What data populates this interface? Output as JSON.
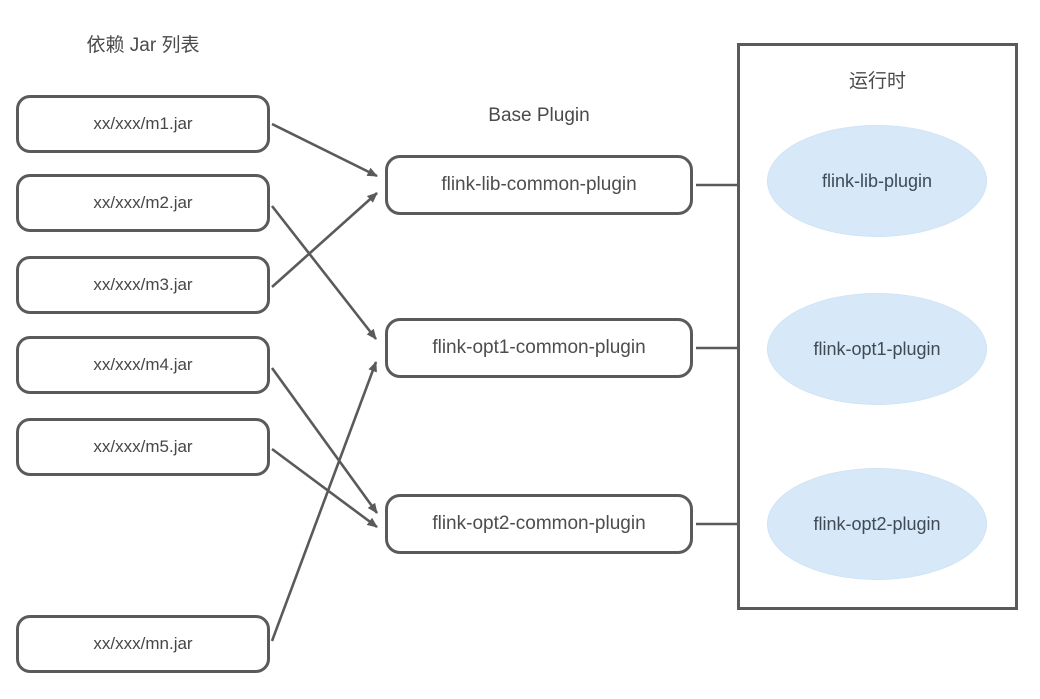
{
  "diagram": {
    "jar_column": {
      "title": "依赖 Jar 列表",
      "items": [
        {
          "label": "xx/xxx/m1.jar"
        },
        {
          "label": "xx/xxx/m2.jar"
        },
        {
          "label": "xx/xxx/m3.jar"
        },
        {
          "label": "xx/xxx/m4.jar"
        },
        {
          "label": "xx/xxx/m5.jar"
        },
        {
          "label": "xx/xxx/mn.jar"
        }
      ]
    },
    "plugin_column": {
      "title": "Base Plugin",
      "items": [
        {
          "label": "flink-lib-common-plugin"
        },
        {
          "label": "flink-opt1-common-plugin"
        },
        {
          "label": "flink-opt2-common-plugin"
        }
      ]
    },
    "runtime_panel": {
      "title": "运行时",
      "items": [
        {
          "label": "flink-lib-plugin"
        },
        {
          "label": "flink-opt1-plugin"
        },
        {
          "label": "flink-opt2-plugin"
        }
      ]
    },
    "edges": [
      {
        "from": "xx/xxx/m1.jar",
        "to": "flink-lib-common-plugin"
      },
      {
        "from": "xx/xxx/m2.jar",
        "to": "flink-opt1-common-plugin"
      },
      {
        "from": "xx/xxx/m3.jar",
        "to": "flink-lib-common-plugin"
      },
      {
        "from": "xx/xxx/m4.jar",
        "to": "flink-opt2-common-plugin"
      },
      {
        "from": "xx/xxx/m5.jar",
        "to": "flink-opt2-common-plugin"
      },
      {
        "from": "xx/xxx/mn.jar",
        "to": "flink-opt1-common-plugin"
      },
      {
        "from": "flink-lib-common-plugin",
        "to": "flink-lib-plugin"
      },
      {
        "from": "flink-opt1-common-plugin",
        "to": "flink-opt1-plugin"
      },
      {
        "from": "flink-opt2-common-plugin",
        "to": "flink-opt2-plugin"
      }
    ],
    "colors": {
      "line": "#5a5a5a",
      "box_border": "#5a5a5a",
      "ellipse_fill": "#d7e9f8",
      "text": "#4a4a4a"
    }
  }
}
